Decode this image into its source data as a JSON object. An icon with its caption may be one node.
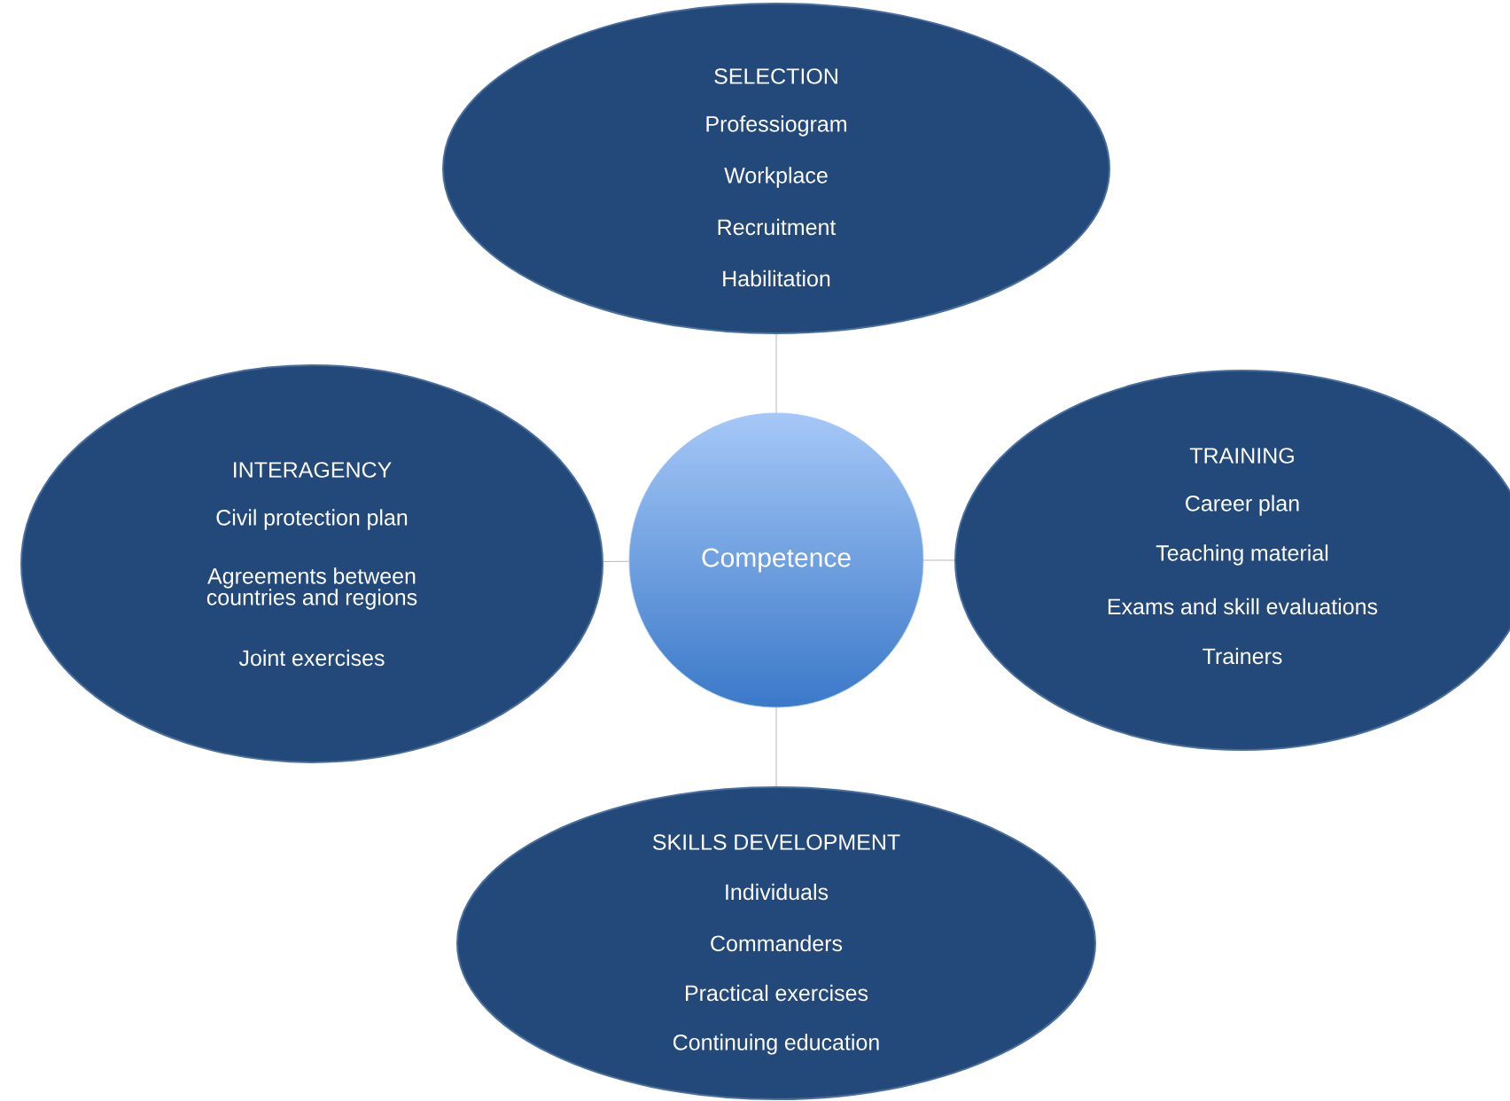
{
  "diagram": {
    "nodes": [
      {
        "text": [
          "Competence"
        ]
      },
      {
        "text": [
          "SELECTION",
          "Professiogram",
          "Workplace",
          "Recruitment",
          "Habilitation"
        ]
      },
      {
        "text": [
          "INTERAGENCY",
          "Civil protection plan",
          "Agreements between countries and regions",
          "Joint exercises"
        ]
      },
      {
        "text": [
          "TRAINING",
          "Career plan",
          "Teaching material",
          "Exams and skill evaluations",
          "Trainers"
        ]
      },
      {
        "text": [
          "SKILLS DEVELOPMENT",
          "Individuals",
          "Commanders",
          "Practical exercises",
          "Continuing education"
        ]
      }
    ],
    "edges": [
      {
        "from": 0,
        "to": 1,
        "arrow": "none"
      },
      {
        "from": 0,
        "to": 2,
        "arrow": "none"
      },
      {
        "from": 0,
        "to": 3,
        "arrow": "none"
      },
      {
        "from": 0,
        "to": 4,
        "arrow": "none"
      }
    ]
  }
}
